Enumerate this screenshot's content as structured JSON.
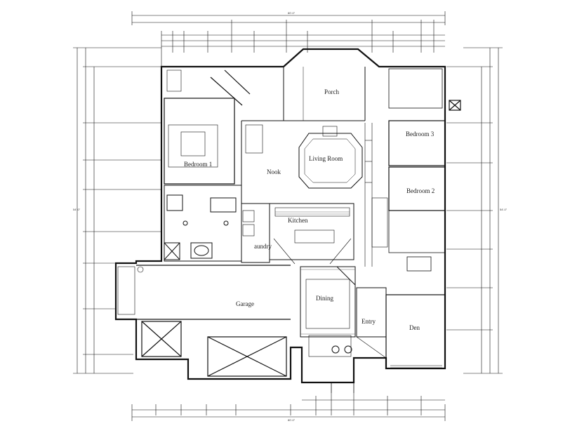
{
  "rooms": {
    "porch": "Porch",
    "bedroom1": "Bedroom 1",
    "bedroom3": "Bedroom 3",
    "bedroom2": "Bedroom 2",
    "living": "Living Room",
    "nook": "Nook",
    "kitchen": "Kitchen",
    "laundry": "aundry",
    "garage": "Garage",
    "dining": "Dining",
    "entry": "Entry",
    "den": "Den"
  },
  "dimensions": {
    "overall_top": "80'-0\"",
    "overall_bottom": "80'-0\"",
    "overall_left": "54'-0\"",
    "overall_right": "54'-0\""
  }
}
